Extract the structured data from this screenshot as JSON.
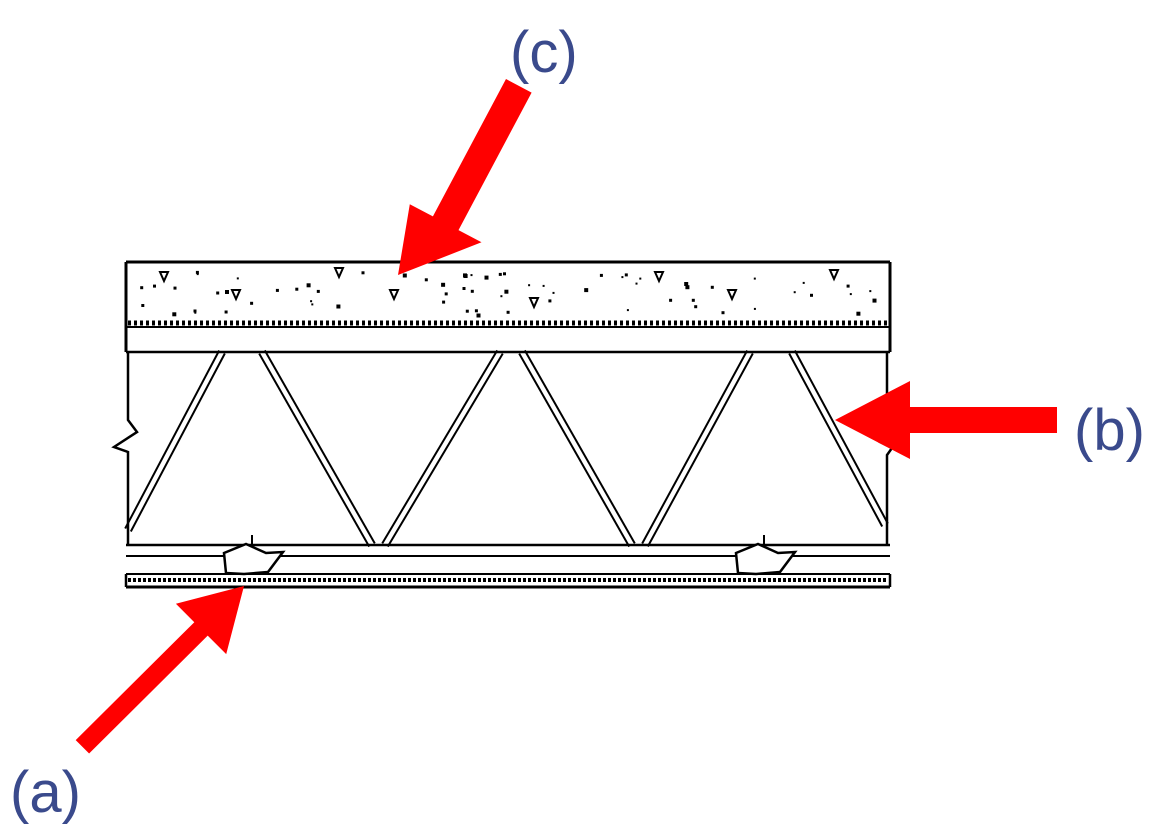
{
  "diagram": {
    "callouts": [
      {
        "id": "a",
        "text": "(a)"
      },
      {
        "id": "b",
        "text": "(b)"
      },
      {
        "id": "c",
        "text": "(c)"
      }
    ]
  },
  "colors": {
    "label": "#3a4a8c",
    "arrow": "#ff0000",
    "line": "#000000",
    "background": "#ffffff"
  }
}
